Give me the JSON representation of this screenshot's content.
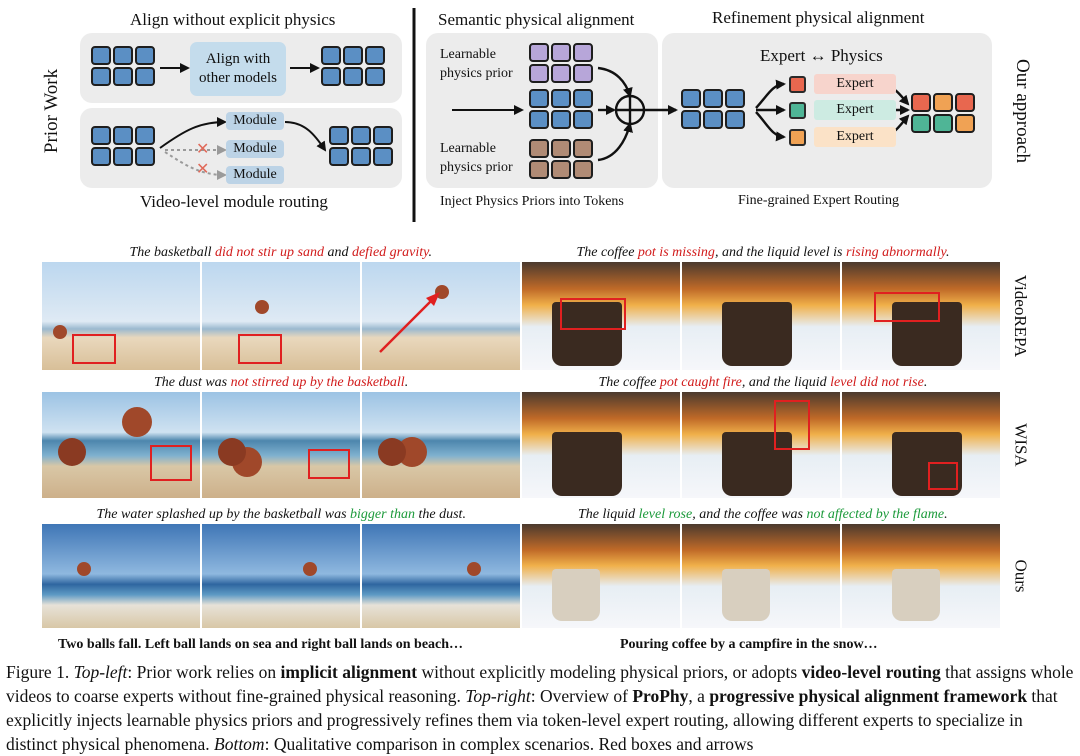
{
  "top_left": {
    "side_label": "Prior Work",
    "upper_title": "Align without explicit physics",
    "align_box": "Align with other models",
    "modules": [
      "Module",
      "Module",
      "Module"
    ],
    "lower_title": "Video-level module routing"
  },
  "top_right": {
    "semantic_title": "Semantic physical alignment",
    "prior_top": "Learnable physics prior",
    "prior_bottom": "Learnable physics prior",
    "inject_caption": "Inject Physics Priors into Tokens",
    "refinement_title": "Refinement physical alignment",
    "expert_physics": "Expert ↔ Physics",
    "experts": [
      "Expert",
      "Expert",
      "Expert"
    ],
    "routing_caption": "Fine-grained Expert Routing",
    "side_label": "Our approach"
  },
  "rows": [
    {
      "label": "VideoREPA",
      "left_caption": [
        {
          "t": "The basketball ",
          "c": "k"
        },
        {
          "t": "did not stir up sand",
          "c": "r"
        },
        {
          "t": " and ",
          "c": "k"
        },
        {
          "t": "defied gravity",
          "c": "r"
        },
        {
          "t": ".",
          "c": "k"
        }
      ],
      "right_caption": [
        {
          "t": "The coffee ",
          "c": "k"
        },
        {
          "t": "pot is missing",
          "c": "r"
        },
        {
          "t": ", and the liquid level is ",
          "c": "k"
        },
        {
          "t": "rising abnormally",
          "c": "r"
        },
        {
          "t": ".",
          "c": "k"
        }
      ]
    },
    {
      "label": "WISA",
      "left_caption": [
        {
          "t": "The dust was ",
          "c": "k"
        },
        {
          "t": "not stirred up by the basketball",
          "c": "r"
        },
        {
          "t": ".",
          "c": "k"
        }
      ],
      "right_caption": [
        {
          "t": "The coffee ",
          "c": "k"
        },
        {
          "t": "pot caught fire",
          "c": "r"
        },
        {
          "t": ", and the liquid ",
          "c": "k"
        },
        {
          "t": "level did not rise",
          "c": "r"
        },
        {
          "t": ".",
          "c": "k"
        }
      ]
    },
    {
      "label": "Ours",
      "left_caption": [
        {
          "t": "The water splashed up by the basketball was ",
          "c": "k"
        },
        {
          "t": "bigger than",
          "c": "g"
        },
        {
          "t": " the dust.",
          "c": "k"
        }
      ],
      "right_caption": [
        {
          "t": "The liquid ",
          "c": "k"
        },
        {
          "t": "level rose",
          "c": "g"
        },
        {
          "t": ", and the coffee was ",
          "c": "k"
        },
        {
          "t": "not affected by the flame",
          "c": "g"
        },
        {
          "t": ".",
          "c": "k"
        }
      ]
    }
  ],
  "bottom_captions": {
    "left": "Two balls fall. Left ball lands on sea and right ball lands on beach…",
    "right": "Pouring coffee by a campfire in the snow…"
  },
  "figure_caption": [
    {
      "t": "Figure 1.  ",
      "s": "n"
    },
    {
      "t": "Top-left",
      "s": "i"
    },
    {
      "t": ": Prior work relies on ",
      "s": "n"
    },
    {
      "t": "implicit alignment",
      "s": "b"
    },
    {
      "t": " without explicitly modeling physical priors, or adopts ",
      "s": "n"
    },
    {
      "t": "video-level routing",
      "s": "b"
    },
    {
      "t": " that assigns whole videos to coarse experts without fine-grained physical reasoning. ",
      "s": "n"
    },
    {
      "t": "Top-right",
      "s": "i"
    },
    {
      "t": ": Overview of ",
      "s": "n"
    },
    {
      "t": "ProPhy",
      "s": "b"
    },
    {
      "t": ", a ",
      "s": "n"
    },
    {
      "t": "progressive physical alignment framework",
      "s": "b"
    },
    {
      "t": " that explicitly injects learnable physics priors and progressively refines them via token-level expert routing, allowing different experts to specialize in distinct physical phenomena. ",
      "s": "n"
    },
    {
      "t": "Bottom",
      "s": "i"
    },
    {
      "t": ": Qualitative comparison in complex scenarios. Red boxes and arrows",
      "s": "n"
    }
  ],
  "colors": {
    "token_blue": "#5b8fc4",
    "prior_purple": "#b7a6d9",
    "prior_brown": "#b08b75",
    "expert_red": "#e8674f",
    "expert_green": "#4fb596",
    "expert_orange": "#f0a254",
    "highlight_red": "#d11a1a",
    "highlight_green": "#1b9a3a"
  }
}
